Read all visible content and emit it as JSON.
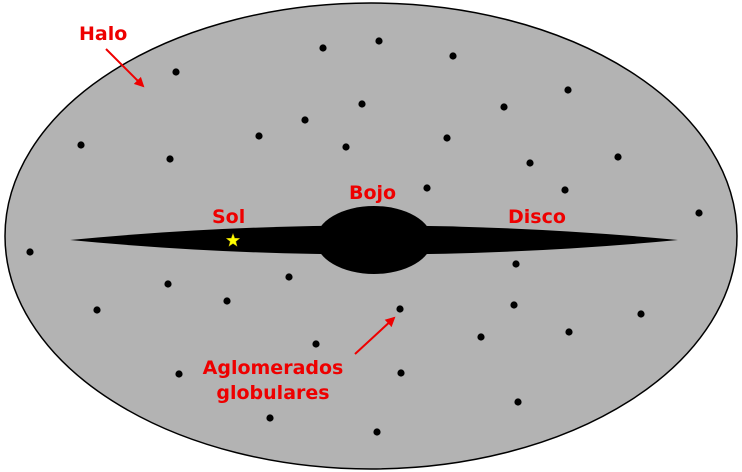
{
  "colors": {
    "halo_fill": "#b3b3b3",
    "halo_stroke": "#000000",
    "galaxy": "#000000",
    "cluster_dot": "#000000",
    "sun_star": "#ffff00",
    "label": "#ee0000",
    "background": "#ffffff"
  },
  "labels": {
    "halo": "Halo",
    "sun": "Sol",
    "bulge": "Bojo",
    "disk": "Disco",
    "clusters_line1": "Aglomerados",
    "clusters_line2": "globulares"
  },
  "icons": {
    "sun": "star-icon",
    "halo_pointer": "arrow-icon",
    "clusters_pointer": "arrow-icon",
    "cluster": "dot-icon"
  }
}
